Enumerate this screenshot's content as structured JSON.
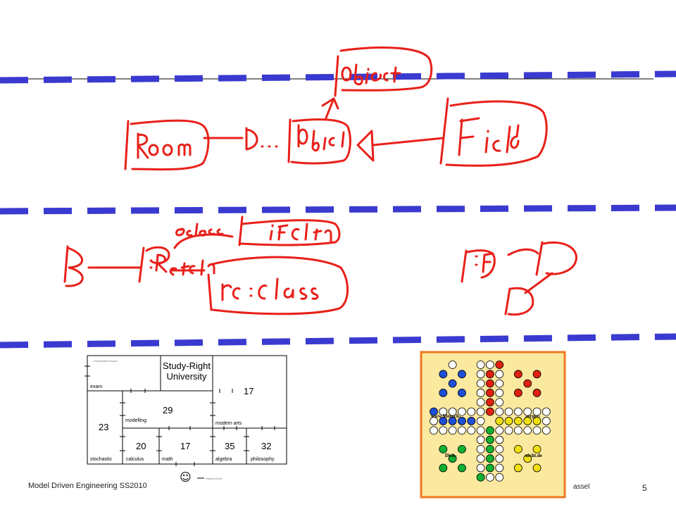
{
  "footer": {
    "course": "Model Driven Engineering SS2010",
    "right_fragment": "assel",
    "page_number": "5"
  },
  "floorplan": {
    "title_line1": "Study-Right",
    "title_line2": "University",
    "examination_board": "Examination Board",
    "exam": "exam",
    "room_17_top": "17",
    "room_29": "29",
    "room_23": "23",
    "modelling": "modelling",
    "modern_arts": "modern arts",
    "room_20": "20",
    "room_17_bottom": "17",
    "room_35": "35",
    "room_32": "32",
    "stochastic": "stochastic",
    "calculus": "calculus",
    "math": "math",
    "algebra": "algebra",
    "philosophy": "philosophy",
    "student_karli": "Student Karli"
  },
  "board": {
    "label_mensch": "www.Mensch-",
    "label_aerger": "aerger-",
    "label_dich": "Dich-",
    "label_nicht": "nicht.de"
  },
  "icons": {
    "student": "smiley-icon"
  },
  "colors": {
    "separator": "#3a3ad0",
    "ink": "#e8201a",
    "board_bg": "#fbe9a0",
    "board_border": "#f07820"
  }
}
